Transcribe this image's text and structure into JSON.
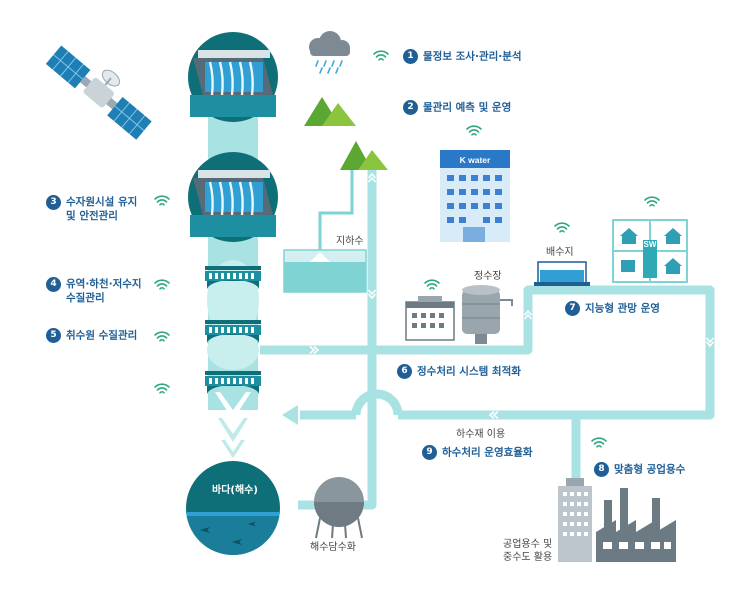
{
  "labels": {
    "n1": {
      "num": "1",
      "text": "물정보 조사·관리·분석"
    },
    "n2": {
      "num": "2",
      "text": "물관리 예측 및 운영"
    },
    "n3": {
      "num": "3",
      "line1": "수자원시설 유지",
      "line2": "및 안전관리"
    },
    "n4": {
      "num": "4",
      "line1": "유역·하천·저수지",
      "line2": "수질관리"
    },
    "n5": {
      "num": "5",
      "text": "취수원 수질관리"
    },
    "n6": {
      "num": "6",
      "text": "정수처리 시스템 최적화"
    },
    "n7": {
      "num": "7",
      "text": "지능형 관망 운영"
    },
    "n8": {
      "num": "8",
      "text": "맞춤형 공업용수"
    },
    "n9": {
      "num": "9",
      "text": "하수처리 운영효율화"
    }
  },
  "places": {
    "groundwater": "지하수",
    "purification": "정수장",
    "reservoir": "배수지",
    "sea": "바다(해수)",
    "desalination": "해수담수화",
    "wastewater_reuse": "하수재 이용",
    "industrial_line1": "공업용수 및",
    "industrial_line2": "중수도 활용",
    "building_sign": "K water",
    "smart_sign": "SW"
  },
  "colors": {
    "navy": "#1f5f96",
    "water": "#7fd3d3",
    "dark_teal": "#0f6f78",
    "grass": "#7cc243"
  },
  "icons": [
    "satellite-icon",
    "cloud-rain-icon",
    "mountain-icon",
    "dam-icon",
    "bridge-icon",
    "wifi-icon",
    "office-building-icon",
    "water-tank-icon",
    "purification-plant-icon",
    "smart-city-icon",
    "factory-icon",
    "desalination-tank-icon"
  ]
}
